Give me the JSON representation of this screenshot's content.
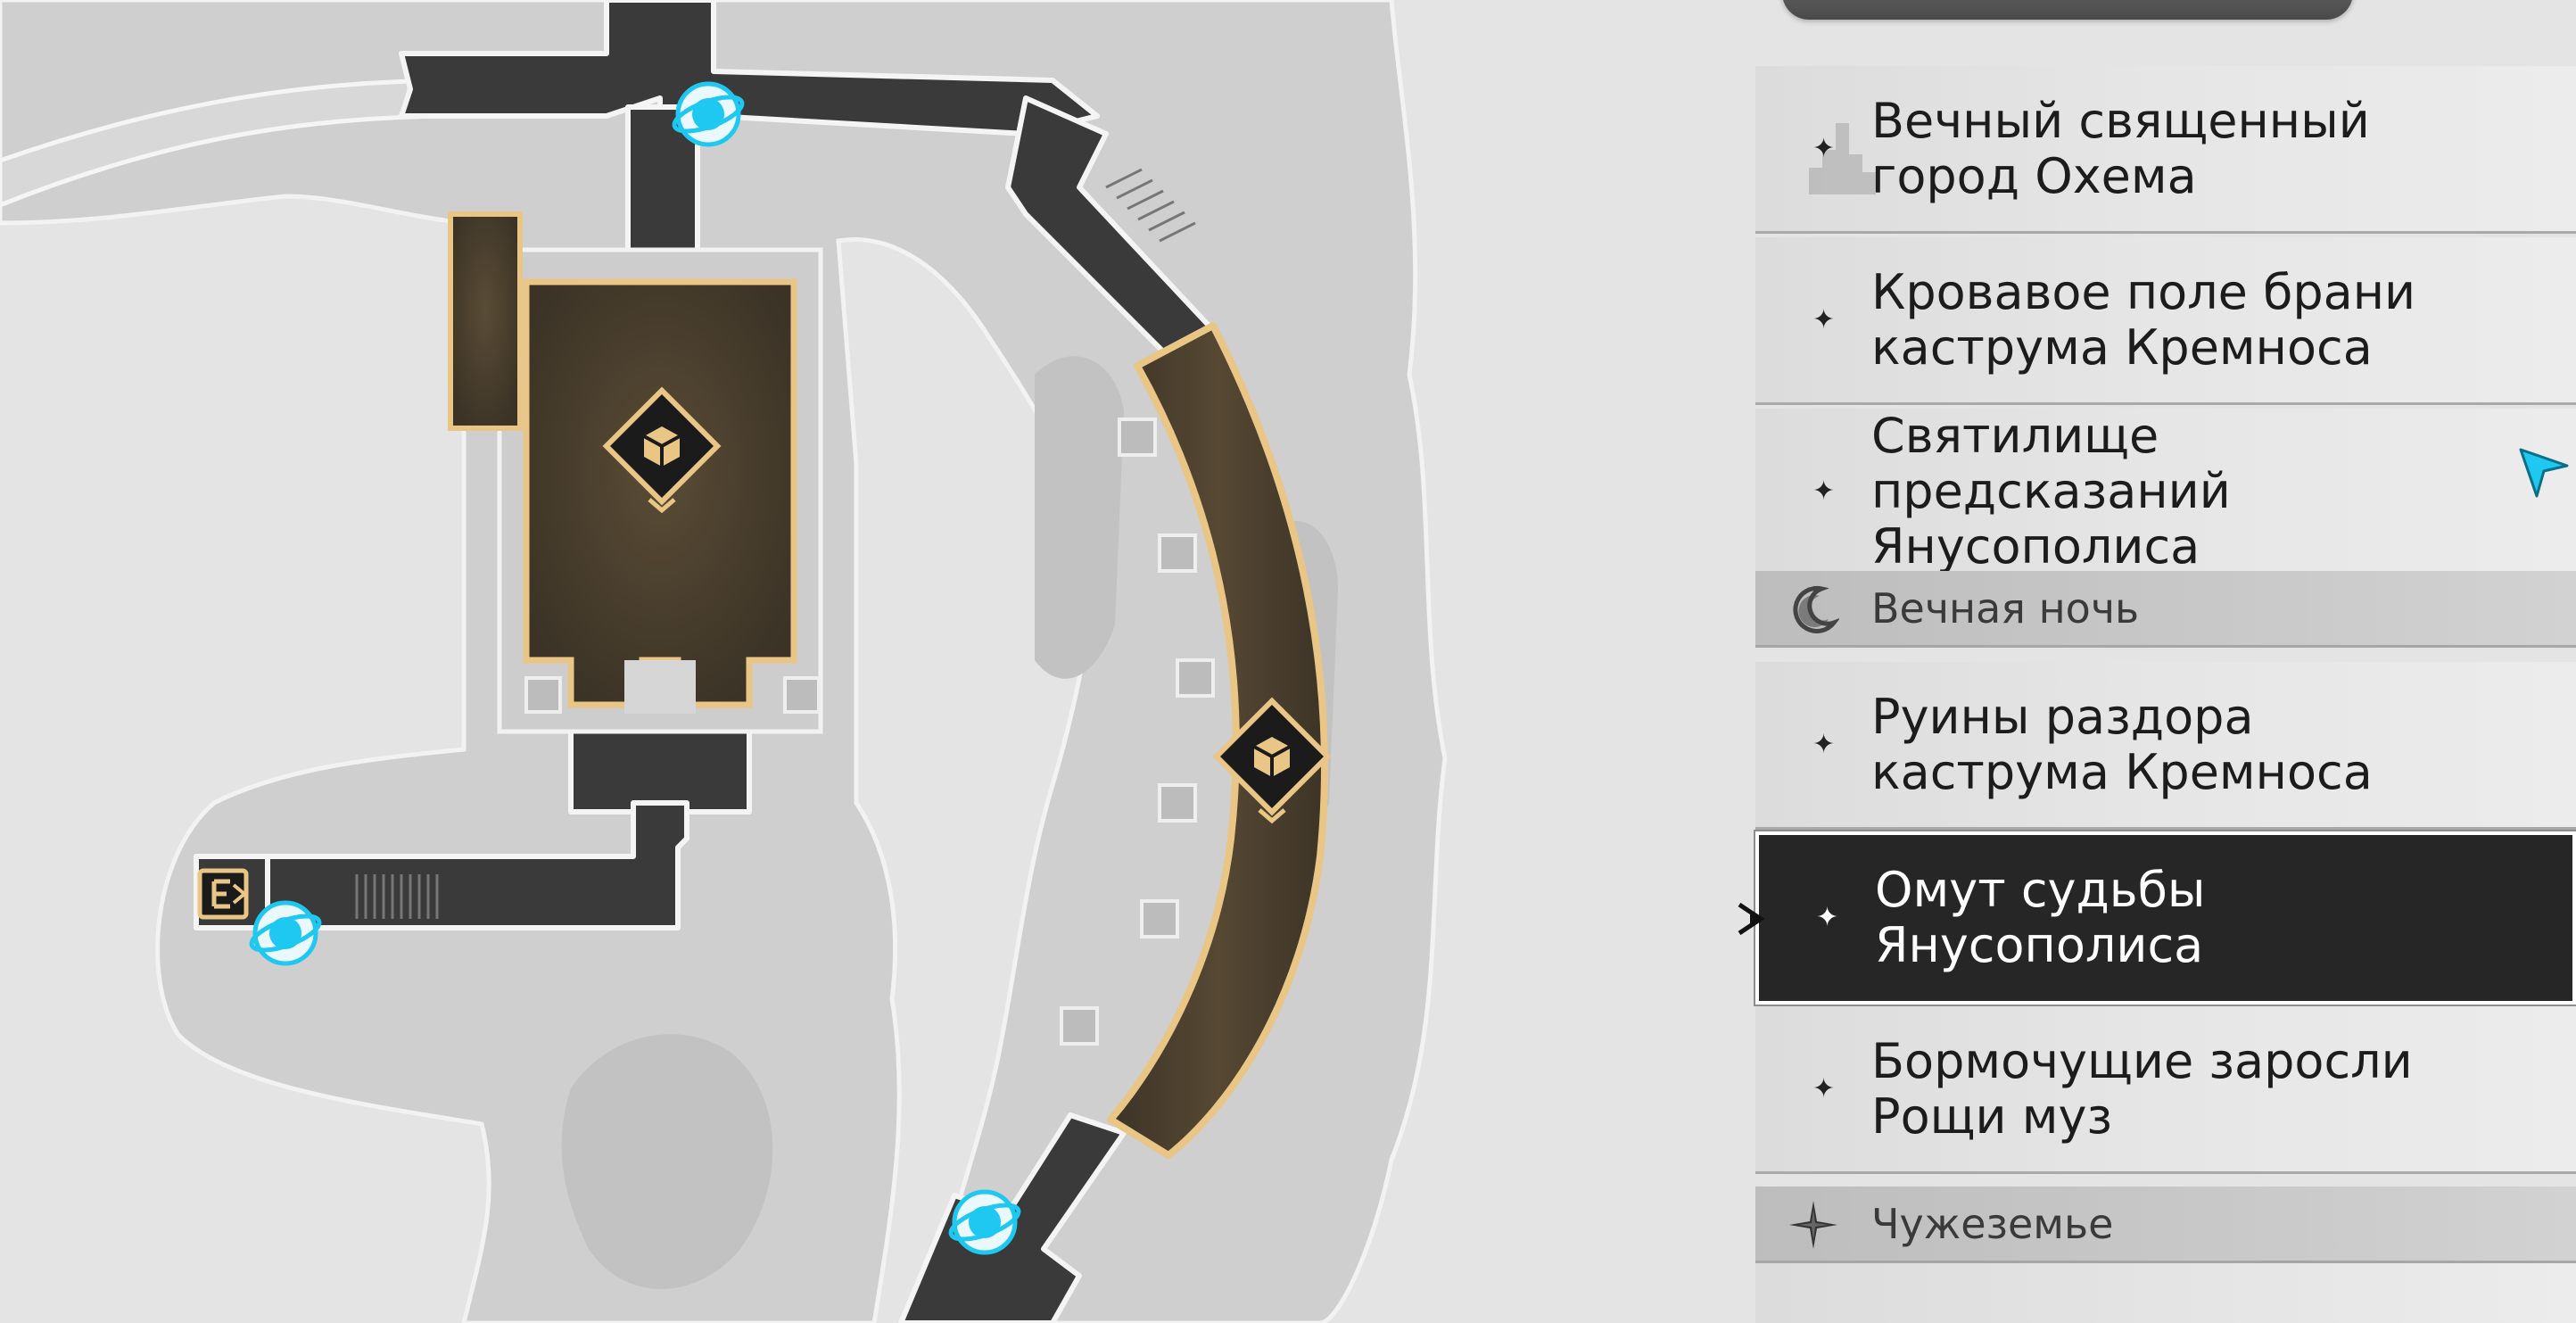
{
  "panel": {
    "entries": [
      {
        "label": "Вечный священный город Охема"
      },
      {
        "label": "Кровавое поле брани каструма Кремноса"
      },
      {
        "label": "Святилище предсказаний Янусополиса"
      },
      {
        "label": "Руины раздора каструма Кремноса"
      },
      {
        "label": "Омут судьбы Янусополиса",
        "selected": true
      },
      {
        "label": "Бормочущие заросли Рощи муз"
      }
    ],
    "sections": [
      {
        "label": "Вечная ночь",
        "icon": "crescent-moon-icon"
      },
      {
        "label": "Чужеземье",
        "icon": "compass-star-icon"
      }
    ]
  },
  "map": {
    "markers": [
      {
        "type": "space-anchor-icon"
      },
      {
        "type": "space-anchor-icon"
      },
      {
        "type": "space-anchor-icon"
      },
      {
        "type": "treasure-cube-icon"
      },
      {
        "type": "treasure-cube-icon"
      },
      {
        "type": "exit-door-icon"
      }
    ]
  },
  "colors": {
    "accent_cyan": "#1ec8f0",
    "room_gold": "#e9c586",
    "room_fill": "#4a4030",
    "corridor": "#3a3a3a",
    "selected_bg": "#262626"
  }
}
